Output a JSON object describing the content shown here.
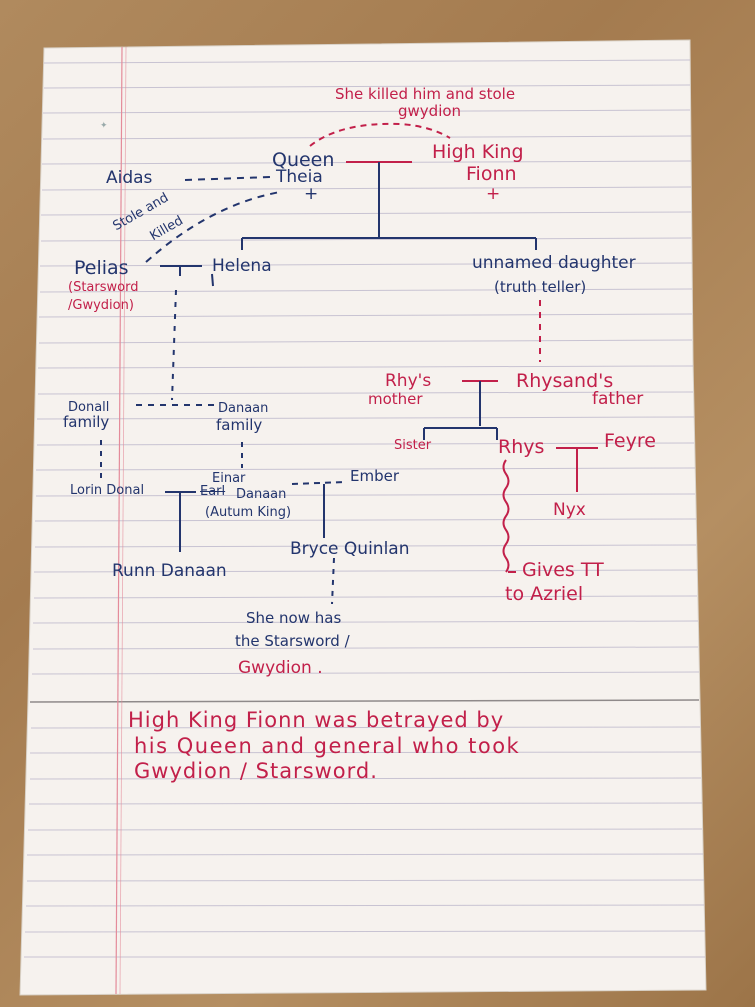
{
  "colors": {
    "ink_navy": "#23356d",
    "ink_red": "#c2204a",
    "paper": "#f6f2ee",
    "rule_line": "#b9b4c9",
    "margin_line": "#e48b9a",
    "desk": "#a47b4f"
  },
  "notes": {
    "killed_note_line1": "She killed him and stole",
    "killed_note_line2": "gwydion",
    "stole_killed_line1": "Stole and",
    "stole_killed_line2": "Killed",
    "gives_note_line1": "Gives TT",
    "gives_note_line2": "to Azriel",
    "starsword_note_line1": "She now has",
    "starsword_note_line2": "the Starsword /",
    "starsword_note_line3": "Gwydion ."
  },
  "people": {
    "aidas": "Aidas",
    "queen_line1": "Queen",
    "queen_line2": "Theia",
    "queen_cross": "+",
    "king_line1": "High King",
    "king_line2": "Fionn",
    "king_cross": "+",
    "pelias": "Pelias",
    "pelias_sub1": "(Starsword",
    "pelias_sub2": "/Gwydion)",
    "helena": "Helena",
    "daughter": "unnamed daughter",
    "daughter_sub": "(truth teller)",
    "donall_line1": "Donall",
    "donall_line2": "family",
    "danaan_line1": "Danaan",
    "danaan_line2": "family",
    "rhys_mother_line1": "Rhy's",
    "rhys_mother_line2": "mother",
    "rhysand_father_line1": "Rhysand's",
    "rhysand_father_line2": "father",
    "sister": "Sister",
    "rhys": "Rhys",
    "feyre": "Feyre",
    "nyx": "Nyx",
    "lorin": "Lorin Donal",
    "einar": "Einar",
    "earl_struck": "Earl",
    "danaan_surname": "Danaan",
    "autumn_king": "(Autum King)",
    "ember": "Ember",
    "bryce": "Bryce Quinlan",
    "runn": "Runn Danaan"
  },
  "summary": {
    "line1": "High King Fionn was betrayed by",
    "line2": "his Queen and general who took",
    "line3": "Gwydion / Starsword."
  }
}
